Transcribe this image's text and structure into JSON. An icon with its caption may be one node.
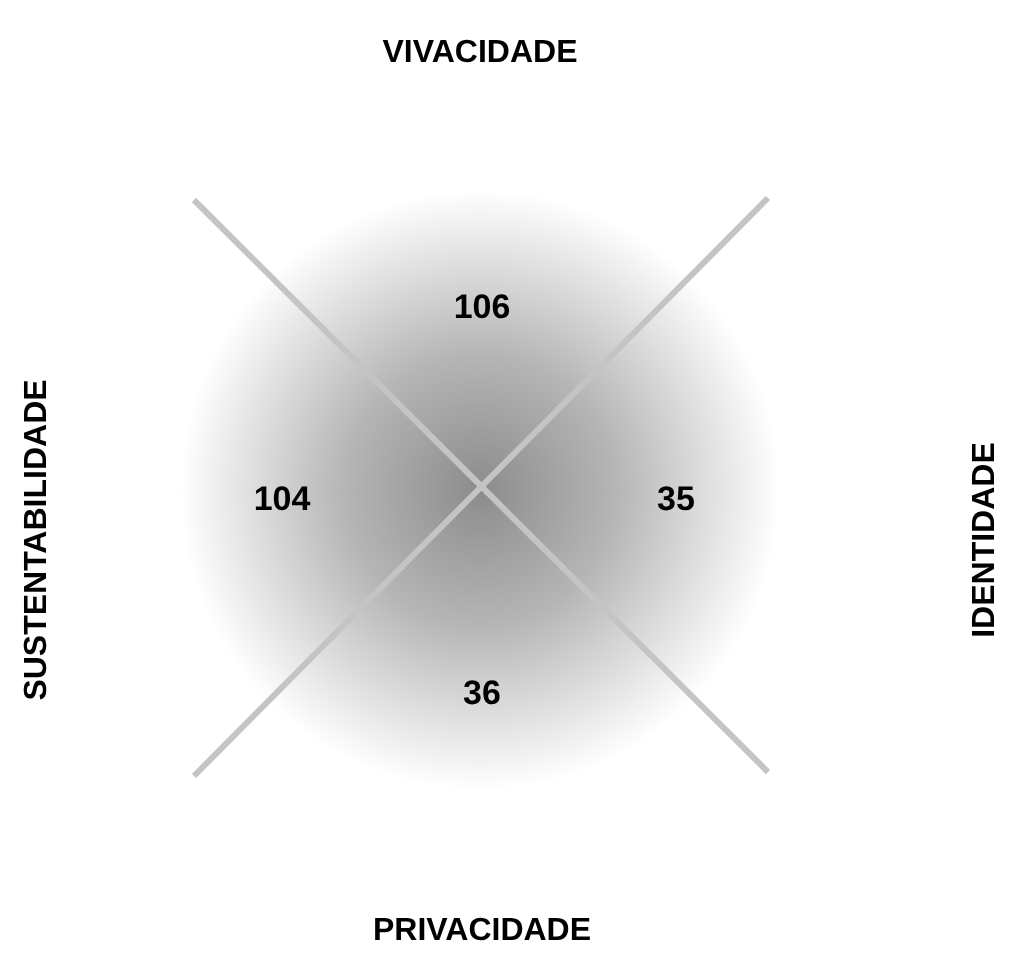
{
  "diagram": {
    "labels": [
      "VIVACIDADE",
      "106",
      "SUSTENTABILIDADE",
      "104",
      "35",
      "IDENTIDADE",
      "36",
      "PRIVACIDADE"
    ]
  }
}
